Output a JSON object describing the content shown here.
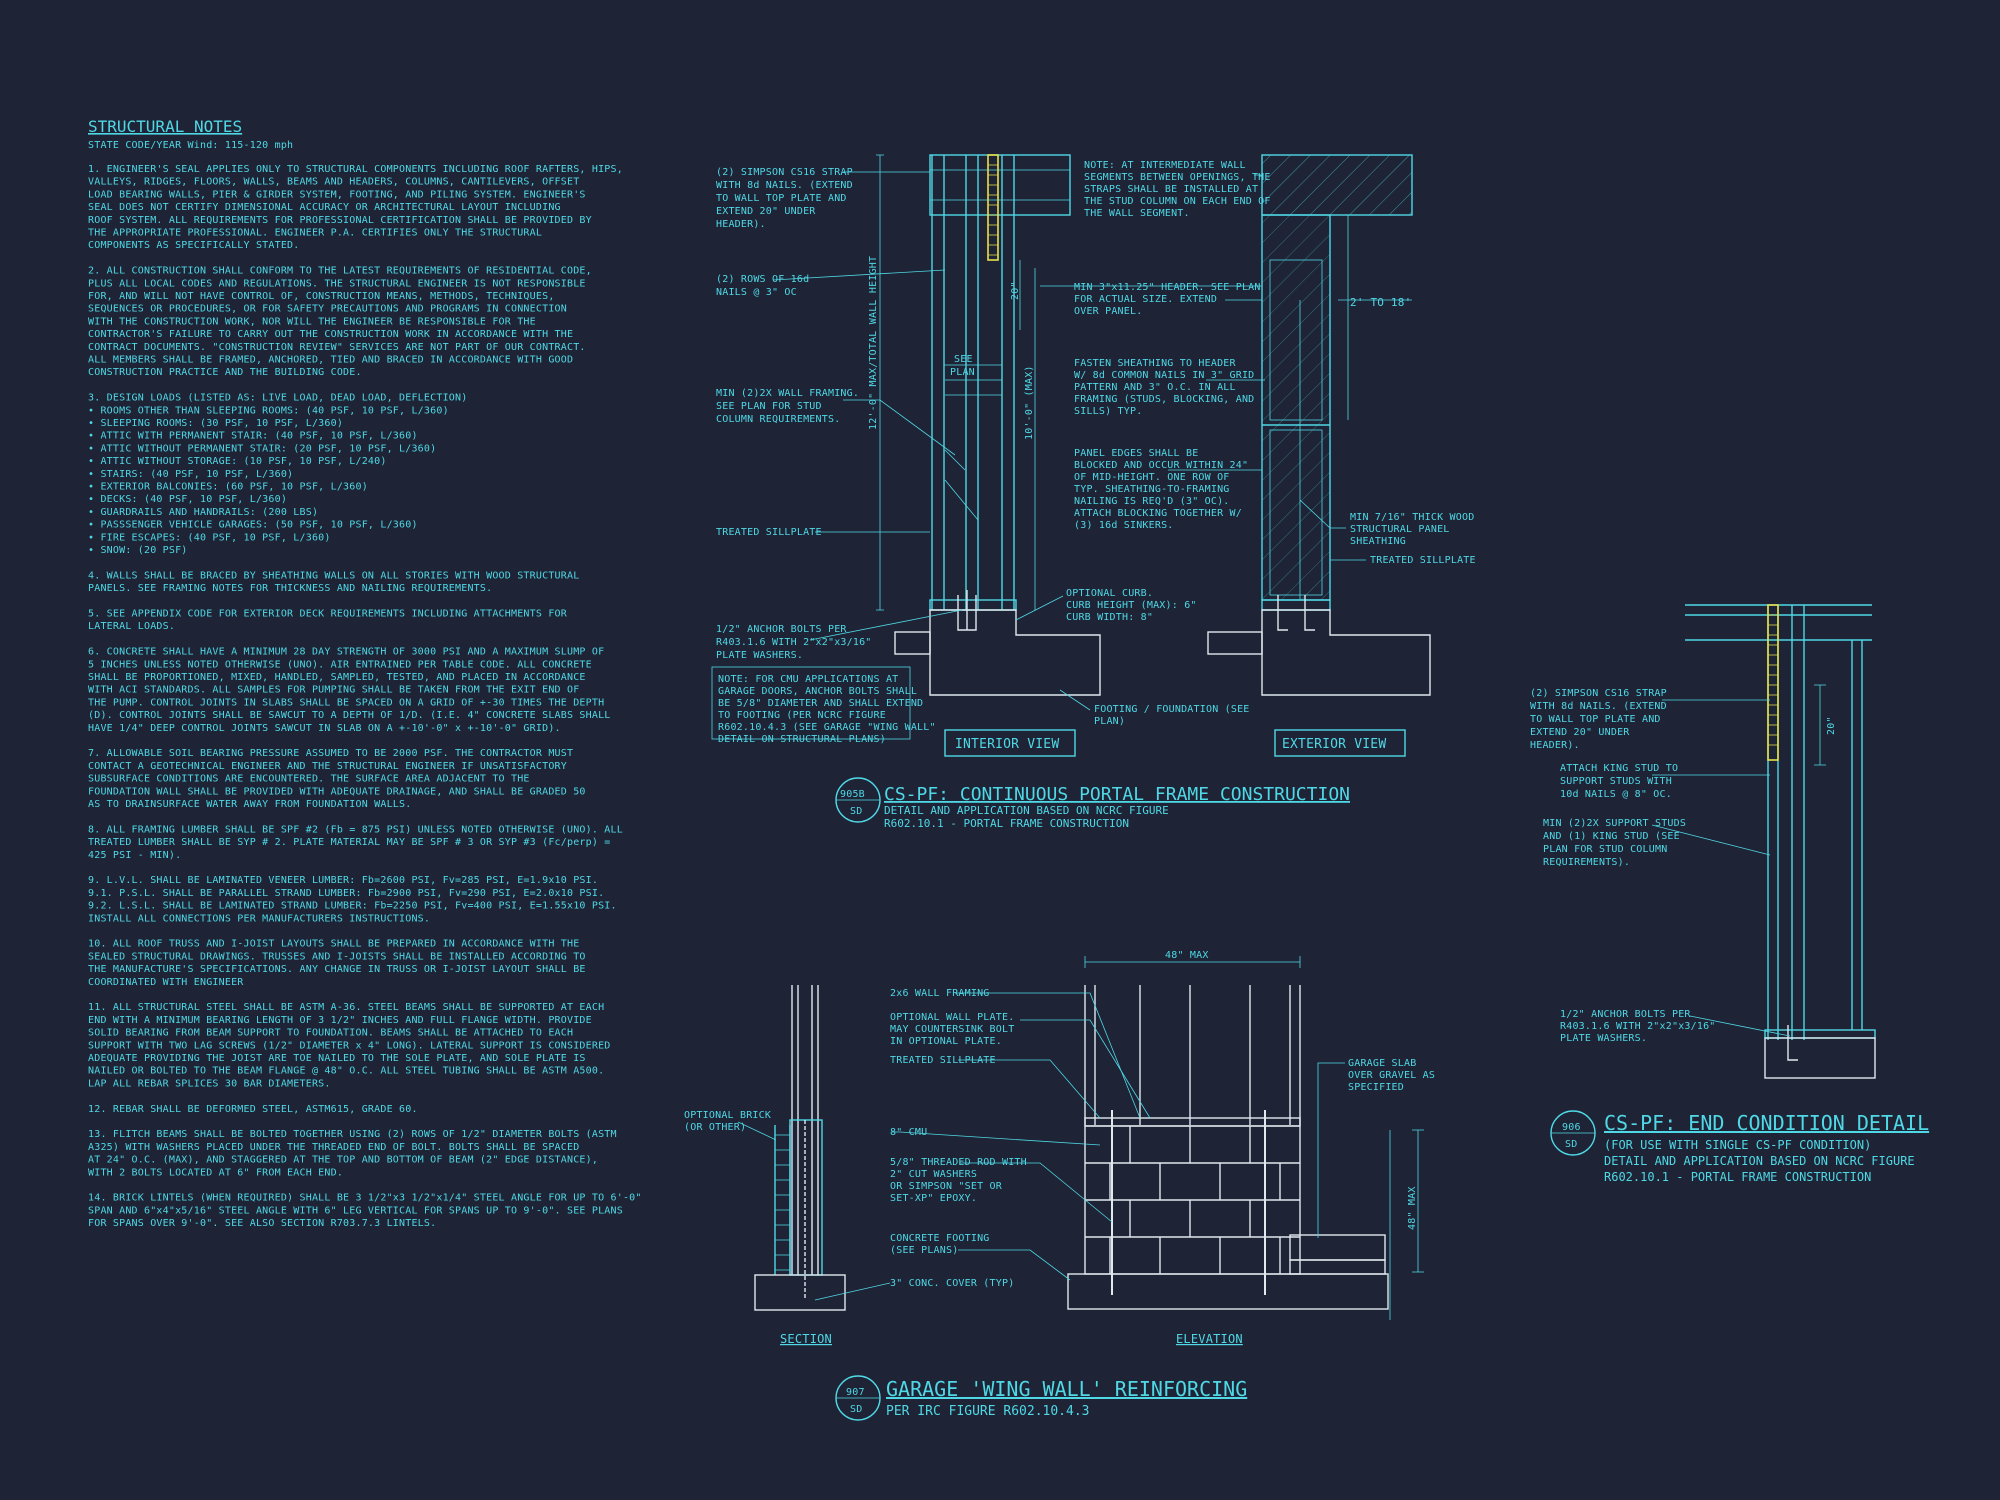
{
  "colors": {
    "background": "#1e2435",
    "line": "#4fd8e6",
    "white": "#dfe9ee",
    "strap": "#e8e04a"
  },
  "notes": {
    "title": "STRUCTURAL NOTES",
    "subtitle": "STATE CODE/YEAR Wind: 115-120 mph",
    "lines": [
      "1.   ENGINEER'S SEAL APPLIES ONLY TO STRUCTURAL COMPONENTS INCLUDING ROOF RAFTERS, HIPS,",
      "      VALLEYS, RIDGES, FLOORS, WALLS, BEAMS AND HEADERS, COLUMNS, CANTILEVERS, OFFSET",
      "      LOAD BEARING WALLS, PIER & GIRDER SYSTEM, FOOTING, AND PILING SYSTEM.  ENGINEER'S",
      "      SEAL DOES NOT CERTIFY DIMENSIONAL ACCURACY OR ARCHITECTURAL LAYOUT INCLUDING",
      "      ROOF SYSTEM. ALL REQUIREMENTS FOR PROFESSIONAL CERTIFICATION SHALL BE PROVIDED BY",
      "      THE APPROPRIATE PROFESSIONAL. ENGINEER P.A. CERTIFIES ONLY THE STRUCTURAL",
      "      COMPONENTS AS SPECIFICALLY STATED.",
      "",
      "2.   ALL CONSTRUCTION SHALL CONFORM TO THE LATEST REQUIREMENTS OF RESIDENTIAL CODE,",
      "      PLUS ALL LOCAL CODES AND REGULATIONS. THE STRUCTURAL ENGINEER IS NOT RESPONSIBLE",
      "      FOR, AND WILL NOT HAVE CONTROL OF, CONSTRUCTION MEANS, METHODS, TECHNIQUES,",
      "      SEQUENCES OR PROCEDURES, OR FOR SAFETY PRECAUTIONS AND PROGRAMS IN CONNECTION",
      "      WITH THE CONSTRUCTION WORK, NOR WILL THE ENGINEER BE RESPONSIBLE FOR THE",
      "      CONTRACTOR'S FAILURE TO CARRY OUT THE CONSTRUCTION WORK IN ACCORDANCE WITH THE",
      "      CONTRACT DOCUMENTS. \"CONSTRUCTION REVIEW\" SERVICES ARE NOT PART OF OUR CONTRACT.",
      "      ALL MEMBERS SHALL BE FRAMED, ANCHORED, TIED AND BRACED IN ACCORDANCE WITH GOOD",
      "      CONSTRUCTION PRACTICE AND THE BUILDING CODE.",
      "",
      "3.   DESIGN LOADS (LISTED AS: LIVE LOAD, DEAD LOAD, DEFLECTION)",
      "•     ROOMS OTHER THAN SLEEPING ROOMS: (40 PSF, 10 PSF, L/360)",
      "•     SLEEPING ROOMS: (30 PSF, 10 PSF, L/360)",
      "•     ATTIC WITH PERMANENT STAIR: (40 PSF, 10 PSF, L/360)",
      "•     ATTIC WITHOUT PERMANENT STAIR: (20 PSF, 10 PSF, L/360)",
      "•     ATTIC WITHOUT STORAGE: (10 PSF, 10 PSF, L/240)",
      "•     STAIRS: (40 PSF, 10 PSF, L/360)",
      "•     EXTERIOR BALCONIES: (60 PSF, 10 PSF, L/360)",
      "•     DECKS: (40 PSF, 10 PSF, L/360)",
      "•     GUARDRAILS AND HANDRAILS: (200 LBS)",
      "•     PASSSENGER VEHICLE GARAGES: (50 PSF, 10 PSF, L/360)",
      "•     FIRE ESCAPES: (40 PSF, 10 PSF, L/360)",
      "•     SNOW: (20 PSF)",
      "",
      "4.   WALLS SHALL BE BRACED BY SHEATHING WALLS ON ALL STORIES WITH WOOD STRUCTURAL",
      "      PANELS. SEE FRAMING NOTES FOR THICKNESS AND NAILING REQUIREMENTS.",
      "",
      "5.   SEE APPENDIX CODE FOR EXTERIOR DECK REQUIREMENTS INCLUDING ATTACHMENTS FOR",
      "      LATERAL LOADS.",
      "",
      "6.   CONCRETE SHALL HAVE A MINIMUM 28 DAY STRENGTH OF 3000 PSI AND A MAXIMUM SLUMP OF",
      "      5 INCHES UNLESS NOTED OTHERWISE (UNO). AIR ENTRAINED PER TABLE CODE. ALL CONCRETE",
      "      SHALL BE PROPORTIONED, MIXED, HANDLED, SAMPLED, TESTED, AND PLACED IN ACCORDANCE",
      "      WITH ACI STANDARDS. ALL SAMPLES FOR PUMPING SHALL BE TAKEN FROM THE EXIT END OF",
      "      THE PUMP. CONTROL JOINTS IN SLABS SHALL BE SPACED ON A GRID OF +-30 TIMES THE DEPTH",
      "      (D). CONTROL JOINTS SHALL BE SAWCUT TO A DEPTH OF 1/D. (I.E. 4\" CONCRETE SLABS SHALL",
      "      HAVE 1/4\" DEEP CONTROL JOINTS SAWCUT IN SLAB ON A +-10'-0\" x +-10'-0\" GRID).",
      "",
      "7.   ALLOWABLE SOIL BEARING PRESSURE ASSUMED TO BE 2000 PSF. THE CONTRACTOR MUST",
      "      CONTACT A GEOTECHNICAL ENGINEER AND THE STRUCTURAL ENGINEER IF UNSATISFACTORY",
      "      SUBSURFACE CONDITIONS ARE ENCOUNTERED. THE SURFACE AREA ADJACENT TO THE",
      "      FOUNDATION WALL SHALL BE PROVIDED WITH ADEQUATE DRAINAGE, AND SHALL BE GRADED 50",
      "      AS TO DRAINSURFACE WATER AWAY FROM FOUNDATION WALLS.",
      "",
      "8.   ALL FRAMING LUMBER SHALL BE SPF #2 (Fb = 875 PSI) UNLESS NOTED OTHERWISE (UNO). ALL",
      "      TREATED LUMBER SHALL BE SYP # 2. PLATE MATERIAL MAY BE SPF # 3 OR SYP #3 (Fc/perp) =",
      "      425 PSI - MIN).",
      "",
      "9.   L.V.L.  SHALL BE LAMINATED VENEER LUMBER: Fb=2600 PSI, Fv=285 PSI, E=1.9x10  PSI.",
      " 9.1.     P.S.L.  SHALL BE PARALLEL STRAND LUMBER: Fb=2900 PSI, Fv=290 PSI, E=2.0x10  PSI.",
      " 9.2.     L.S.L.  SHALL BE LAMINATED STRAND LUMBER: Fb=2250 PSI, Fv=400 PSI, E=1.55x10  PSI.",
      "            INSTALL ALL CONNECTIONS PER MANUFACTURERS INSTRUCTIONS.",
      "",
      "10.  ALL ROOF TRUSS AND I-JOIST LAYOUTS SHALL BE PREPARED IN ACCORDANCE WITH THE",
      "      SEALED STRUCTURAL DRAWINGS. TRUSSES AND I-JOISTS SHALL BE INSTALLED ACCORDING TO",
      "      THE MANUFACTURE'S SPECIFICATIONS. ANY CHANGE IN TRUSS OR I-JOIST LAYOUT SHALL BE",
      "      COORDINATED WITH ENGINEER",
      "",
      "11.  ALL STRUCTURAL STEEL SHALL BE ASTM A-36. STEEL BEAMS SHALL BE SUPPORTED AT EACH",
      "      END WITH A MINIMUM BEARING LENGTH OF 3 1/2\" INCHES AND FULL FLANGE WIDTH. PROVIDE",
      "      SOLID BEARING FROM BEAM SUPPORT TO FOUNDATION.  BEAMS SHALL BE ATTACHED TO EACH",
      "      SUPPORT WITH TWO LAG SCREWS (1/2\" DIAMETER x 4\" LONG). LATERAL SUPPORT IS CONSIDERED",
      "      ADEQUATE PROVIDING THE JOIST ARE TOE NAILED TO THE SOLE PLATE, AND SOLE PLATE IS",
      "      NAILED OR BOLTED TO THE BEAM FLANGE @ 48\" O.C. ALL STEEL TUBING SHALL BE ASTM A500.",
      "      LAP ALL REBAR SPLICES 30 BAR DIAMETERS.",
      "",
      "12.  REBAR SHALL BE DEFORMED STEEL, ASTM615, GRADE 60.",
      "",
      "13.  FLITCH BEAMS SHALL BE BOLTED TOGETHER USING (2) ROWS OF 1/2\" DIAMETER BOLTS (ASTM",
      "      A325) WITH WASHERS PLACED UNDER THE THREADED END OF BOLT. BOLTS SHALL BE SPACED",
      "      AT 24\" O.C. (MAX), AND STAGGERED AT THE TOP AND BOTTOM OF BEAM (2\" EDGE DISTANCE),",
      "      WITH 2 BOLTS LOCATED AT 6\" FROM EACH END.",
      "",
      "14.  BRICK LINTELS (WHEN REQUIRED) SHALL BE 3 1/2\"x3 1/2\"x1/4\" STEEL ANGLE FOR UP TO 6'-0\"",
      "      SPAN AND 6\"x4\"x5/16\" STEEL ANGLE WITH 6\" LEG VERTICAL FOR SPANS UP TO 9'-0\". SEE PLANS",
      "      FOR SPANS OVER 9'-0\". SEE ALSO SECTION R703.7.3 LINTELS."
    ]
  },
  "detail905": {
    "number": "905B",
    "sheet": "SD",
    "title": "CS-PF: CONTINUOUS PORTAL FRAME CONSTRUCTION",
    "sub1": "DETAIL AND APPLICATION BASED ON NCRC FIGURE",
    "sub2": "R602.10.1 - PORTAL FRAME CONSTRUCTION",
    "view_interior": "INTERIOR VIEW",
    "view_exterior": "EXTERIOR VIEW",
    "label_strap": [
      "(2) SIMPSON CS16 STRAP",
      "WITH 8d NAILS. (EXTEND",
      "TO WALL TOP PLATE AND",
      "EXTEND 20\" UNDER",
      "HEADER)."
    ],
    "label_rows": [
      "(2) ROWS OF 16d",
      "NAILS @ 3\" OC"
    ],
    "label_framing": [
      "MIN (2)2X WALL FRAMING.",
      "SEE PLAN FOR STUD",
      "COLUMN REQUIREMENTS."
    ],
    "label_sill": "TREATED SILLPLATE",
    "label_anchor": [
      "1/2\" ANCHOR BOLTS PER",
      "R403.1.6 WITH 2\"x2\"x3/16\"",
      "PLATE WASHERS."
    ],
    "label_note_cmu": [
      "NOTE: FOR CMU APPLICATIONS AT",
      "GARAGE DOORS, ANCHOR BOLTS SHALL",
      "BE 5/8\" DIAMETER AND SHALL EXTEND",
      "TO FOOTING (PER NCRC FIGURE",
      "R602.10.4.3 (SEE GARAGE \"WING WALL\"",
      "DETAIL ON STRUCTURAL PLANS)"
    ],
    "dim_20": "20\"",
    "dim_12": "12'-0\" MAX/TOTAL WALL HEIGHT",
    "dim_10": "10'-0\" (MAX)",
    "see_plan": [
      "SEE",
      "PLAN"
    ],
    "label_curb": [
      "OPTIONAL CURB.",
      "CURB HEIGHT (MAX): 6\"",
      "CURB WIDTH: 8\""
    ],
    "label_footing": [
      "FOOTING / FOUNDATION (SEE",
      "PLAN)"
    ],
    "note_intermediate": [
      "NOTE: AT INTERMEDIATE WALL",
      "SEGMENTS BETWEEN OPENINGS, THE",
      "STRAPS SHALL BE INSTALLED AT",
      "THE STUD COLUMN ON EACH END OF",
      "THE WALL SEGMENT."
    ],
    "label_header": [
      "MIN 3\"x11.25\" HEADER. SEE PLAN",
      "FOR ACTUAL SIZE. EXTEND",
      "OVER PANEL."
    ],
    "label_fasten": [
      "FASTEN SHEATHING TO HEADER",
      "W/ 8d COMMON NAILS IN 3\" GRID",
      "PATTERN AND 3\" O.C. IN ALL",
      "FRAMING (STUDS, BLOCKING, AND",
      "SILLS) TYP."
    ],
    "label_panel": [
      "PANEL EDGES SHALL BE",
      "BLOCKED AND OCCUR WITHIN 24\"",
      "OF MID-HEIGHT.  ONE ROW OF",
      "TYP. SHEATHING-TO-FRAMING",
      "NAILING IS REQ'D (3\" OC).",
      "ATTACH BLOCKING TOGETHER W/",
      "(3) 16d SINKERS."
    ],
    "label_2to18": "2' TO 18'",
    "label_sheathing": [
      "MIN 7/16\" THICK WOOD",
      "STRUCTURAL PANEL",
      "SHEATHING"
    ],
    "label_sill2": "TREATED SILLPLATE"
  },
  "detail906": {
    "number": "906",
    "sheet": "SD",
    "title": "CS-PF: END CONDITION DETAIL",
    "sub1": "(FOR USE WITH SINGLE CS-PF CONDITION)",
    "sub2": "DETAIL AND APPLICATION BASED ON NCRC FIGURE",
    "sub3": "R602.10.1 - PORTAL FRAME CONSTRUCTION",
    "label_strap": [
      "(2) SIMPSON CS16 STRAP",
      "WITH 8d NAILS. (EXTEND",
      "TO WALL TOP PLATE AND",
      "EXTEND 20\" UNDER",
      "HEADER)."
    ],
    "label_king": [
      "ATTACH KING STUD TO",
      "SUPPORT STUDS WITH",
      "10d NAILS @ 8\" OC."
    ],
    "label_studs": [
      "MIN (2)2X SUPPORT STUDS",
      "AND (1) KING STUD (SEE",
      "PLAN FOR STUD COLUMN",
      "REQUIREMENTS)."
    ],
    "label_anchor": [
      "1/2\" ANCHOR BOLTS PER",
      "R403.1.6 WITH 2\"x2\"x3/16\"",
      "PLATE WASHERS."
    ],
    "dim_20": "20\""
  },
  "detail907": {
    "number": "907",
    "sheet": "SD",
    "title": "GARAGE 'WING WALL' REINFORCING",
    "sub1": "PER IRC FIGURE R602.10.4.3",
    "section": "SECTION",
    "elevation": "ELEVATION",
    "dim_48": "48\" MAX",
    "dim_48v": "48\" MAX",
    "label_2x6": "2x6 WALL FRAMING",
    "label_plate": [
      "OPTIONAL WALL PLATE.",
      "MAY COUNTERSINK BOLT",
      "IN OPTIONAL PLATE."
    ],
    "label_sill": "TREATED SILLPLATE",
    "label_cmu": "8\" CMU",
    "label_rod": [
      "5/8\" THREADED ROD WITH",
      "2\" CUT WASHERS",
      "OR SIMPSON \"SET OR",
      "SET-XP\" EPOXY."
    ],
    "label_footing": [
      "CONCRETE FOOTING",
      "(SEE PLANS)"
    ],
    "label_cover": "3\" CONC. COVER (TYP)",
    "label_brick": [
      "OPTIONAL BRICK",
      "(OR OTHER)"
    ],
    "label_slab": [
      "GARAGE SLAB",
      "OVER GRAVEL AS",
      "SPECIFIED"
    ]
  }
}
